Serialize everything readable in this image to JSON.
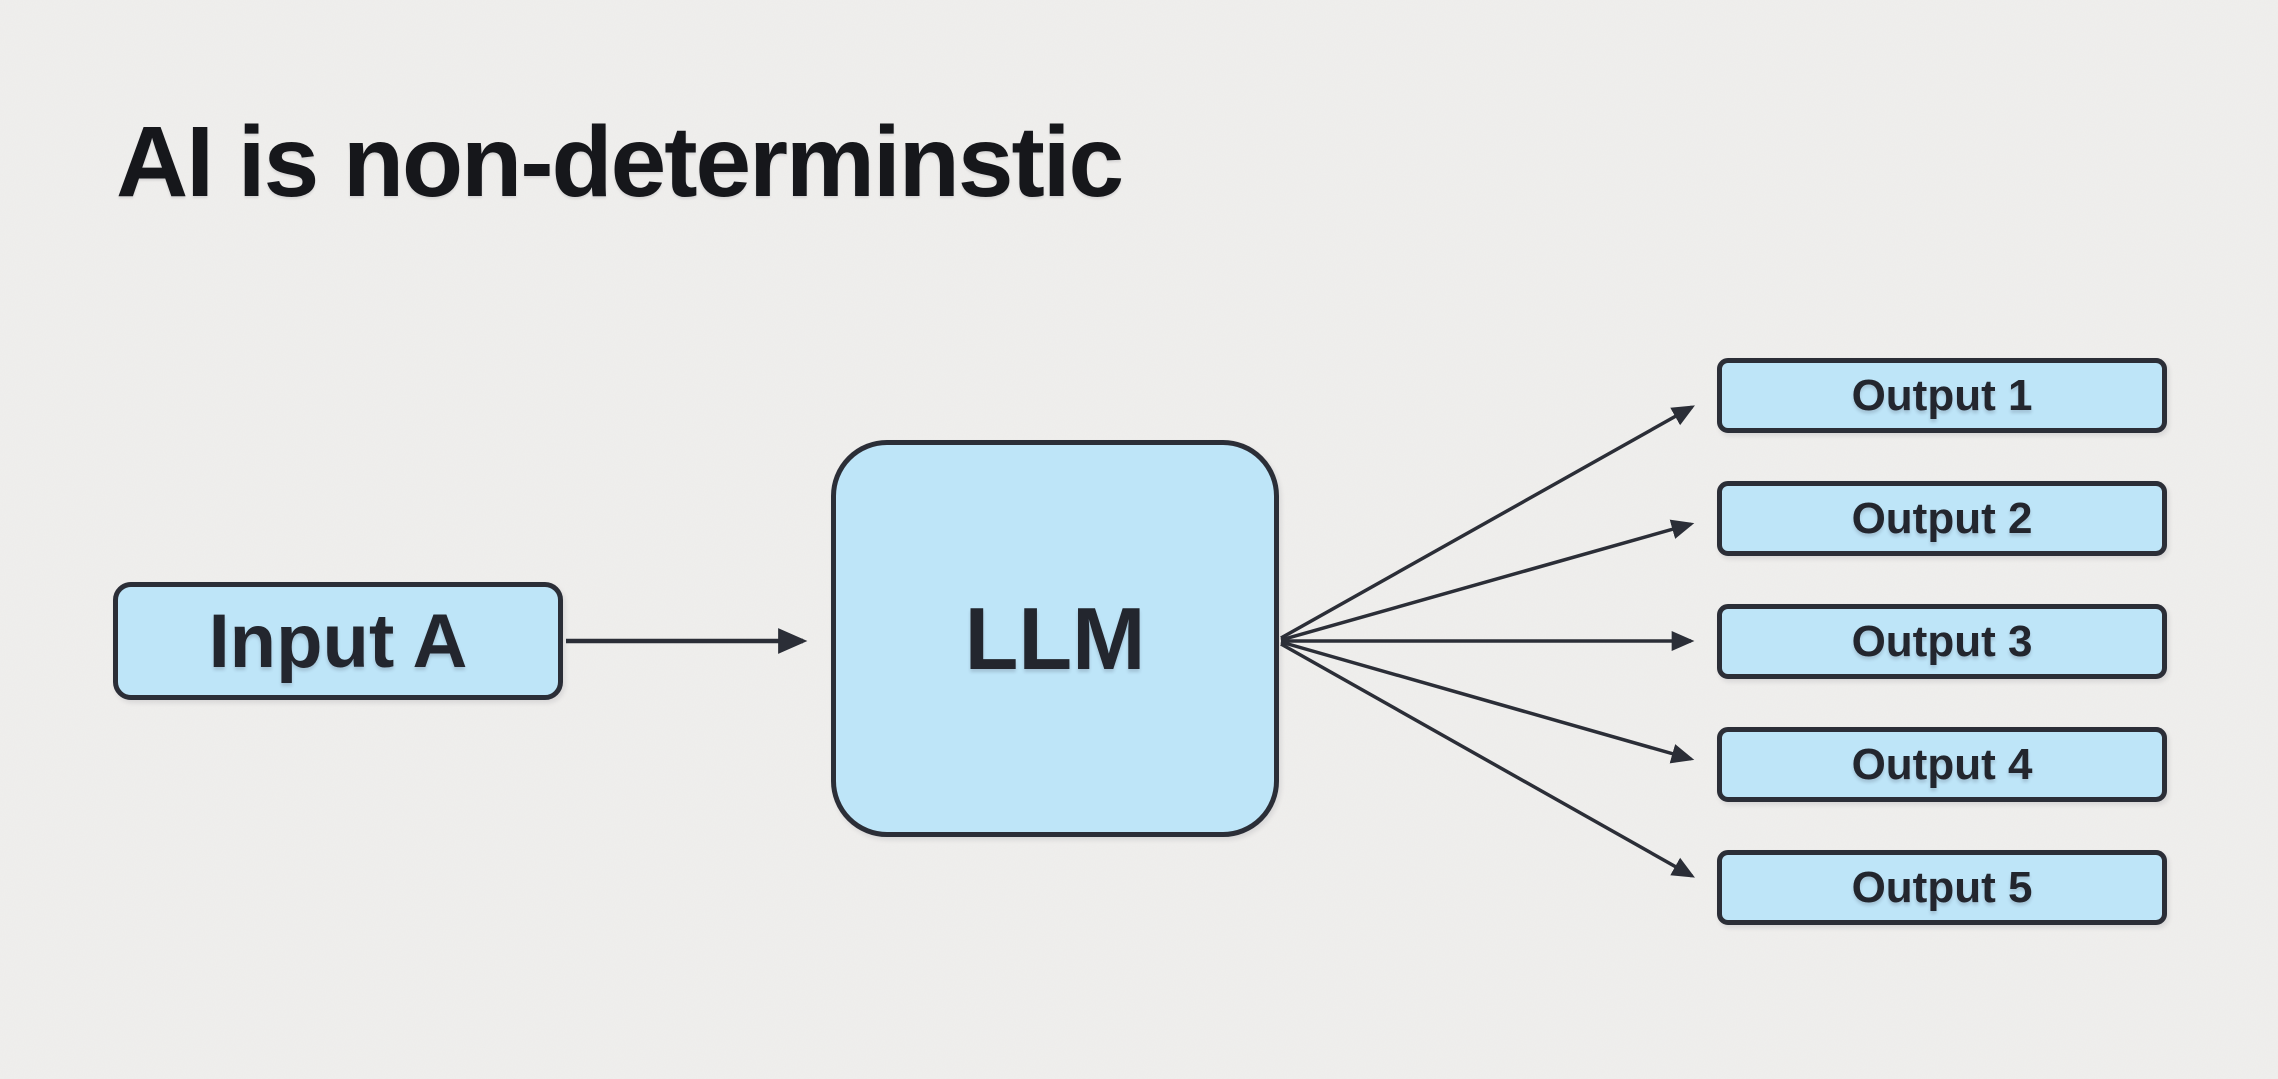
{
  "title": "AI is non-determinstic",
  "diagram": {
    "input": {
      "id": "input-a",
      "label": "Input A"
    },
    "processor": {
      "id": "llm",
      "label": "LLM"
    },
    "outputs": [
      {
        "id": "output-1",
        "label": "Output 1"
      },
      {
        "id": "output-2",
        "label": "Output 2"
      },
      {
        "id": "output-3",
        "label": "Output 3"
      },
      {
        "id": "output-4",
        "label": "Output 4"
      },
      {
        "id": "output-5",
        "label": "Output 5"
      }
    ],
    "edges": [
      {
        "from": "input-a",
        "to": "llm"
      },
      {
        "from": "llm",
        "to": "output-1"
      },
      {
        "from": "llm",
        "to": "output-2"
      },
      {
        "from": "llm",
        "to": "output-3"
      },
      {
        "from": "llm",
        "to": "output-4"
      },
      {
        "from": "llm",
        "to": "output-5"
      }
    ],
    "colors": {
      "background": "#f0efed",
      "node_fill": "#bee5f8",
      "node_border": "#2b2e37",
      "node_text": "#23262e",
      "arrow": "#2b2e37",
      "title_text": "#16171b"
    }
  }
}
